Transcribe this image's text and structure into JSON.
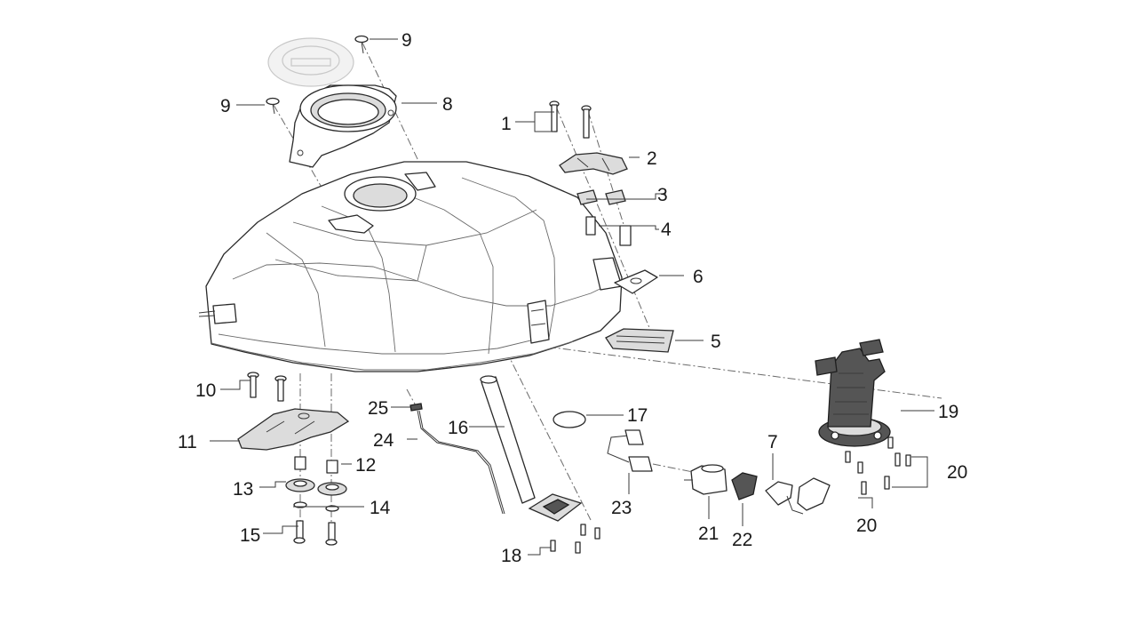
{
  "callouts": [
    {
      "id": "c9a",
      "label": "9"
    },
    {
      "id": "c9b",
      "label": "9"
    },
    {
      "id": "c8",
      "label": "8"
    },
    {
      "id": "c1",
      "label": "1"
    },
    {
      "id": "c2",
      "label": "2"
    },
    {
      "id": "c3",
      "label": "3"
    },
    {
      "id": "c4",
      "label": "4"
    },
    {
      "id": "c6",
      "label": "6"
    },
    {
      "id": "c5",
      "label": "5"
    },
    {
      "id": "c19",
      "label": "19"
    },
    {
      "id": "c10",
      "label": "10"
    },
    {
      "id": "c25",
      "label": "25"
    },
    {
      "id": "c16",
      "label": "16"
    },
    {
      "id": "c17",
      "label": "17"
    },
    {
      "id": "c7",
      "label": "7"
    },
    {
      "id": "c11",
      "label": "11"
    },
    {
      "id": "c24",
      "label": "24"
    },
    {
      "id": "c12",
      "label": "12"
    },
    {
      "id": "c13",
      "label": "13"
    },
    {
      "id": "c14",
      "label": "14"
    },
    {
      "id": "c15",
      "label": "15"
    },
    {
      "id": "c18",
      "label": "18"
    },
    {
      "id": "c23",
      "label": "23"
    },
    {
      "id": "c21",
      "label": "21"
    },
    {
      "id": "c22",
      "label": "22"
    },
    {
      "id": "c20a",
      "label": "20"
    },
    {
      "id": "c20b",
      "label": "20"
    }
  ]
}
